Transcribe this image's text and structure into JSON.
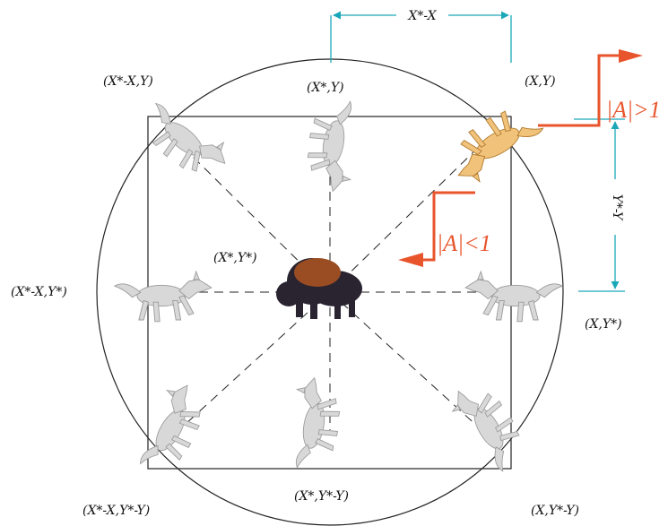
{
  "colors": {
    "circle": "#222222",
    "square": "#222222",
    "dashes": "#222222",
    "dimension": "#1aa7b8",
    "vector": "#e8542c",
    "wolf_grey": "#d8d8d8",
    "wolf_grey_dark": "#9a9a9a",
    "wolf_gold": "#f1c27a",
    "wolf_gold_dark": "#b07a2e",
    "bison_brown": "#9a4d22",
    "bison_dark": "#2a2430"
  },
  "labels": {
    "top_left": "(X*-X,Y)",
    "top_center": "(X*,Y)",
    "top_right": "(X,Y)",
    "center": "(X*,Y*)",
    "middle_left": "(X*-X,Y*)",
    "middle_right": "(X,Y*)",
    "bottom_left": "(X*-X,Y*-Y)",
    "bottom_center": "(X*,Y*-Y)",
    "bottom_right": "(X,Y*-Y)"
  },
  "dimensions": {
    "horizontal": "X*-X",
    "vertical": "Y*-Y"
  },
  "conditions": {
    "explore": "|A|>1",
    "exploit": "|A|<1"
  },
  "icons": {
    "prey": "bison-icon",
    "hunter": "wolf-icon"
  }
}
